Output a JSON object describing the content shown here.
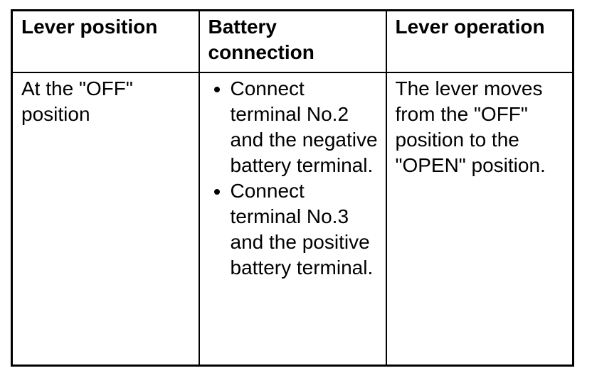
{
  "table": {
    "headers": [
      "Lever position",
      "Battery connection",
      "Lever operation"
    ],
    "rows": [
      {
        "lever_position": "At the \"OFF\" position",
        "battery_connection": [
          "Connect terminal No.2 and the negative battery terminal.",
          "Connect terminal No.3 and the positive battery terminal."
        ],
        "lever_operation": "The lever moves from the \"OFF\" position to the \"OPEN\" position."
      }
    ]
  },
  "colors": {
    "border": "#000000",
    "text": "#000000",
    "background": "#ffffff"
  }
}
